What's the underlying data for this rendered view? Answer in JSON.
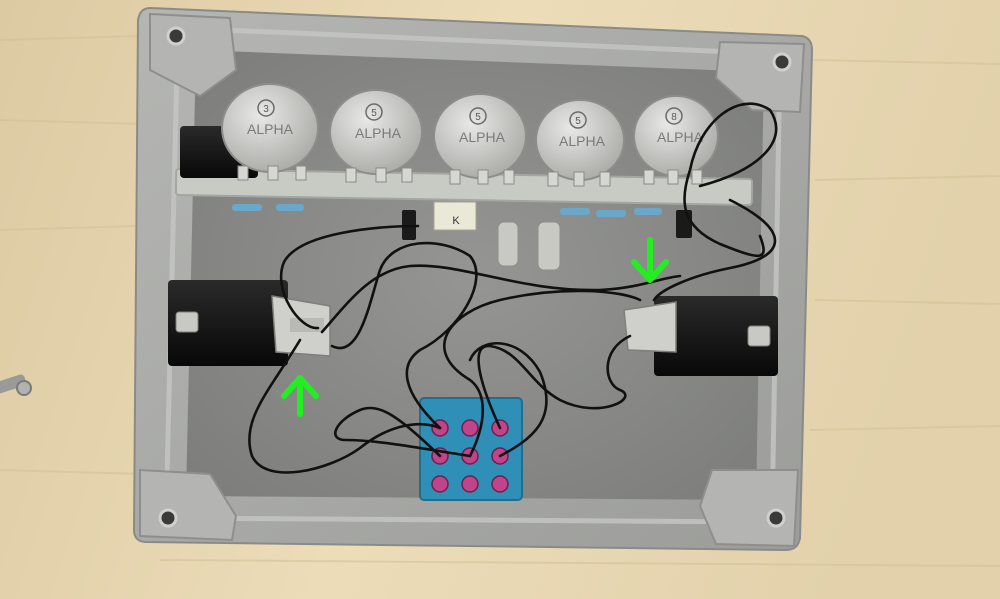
{
  "scene": {
    "subject": "guitar-effects-pedal-enclosure-wiring",
    "pot_markings": [
      {
        "number": "3",
        "brand": "ALPHA"
      },
      {
        "number": "5",
        "brand": "ALPHA"
      },
      {
        "number": "5",
        "brand": "ALPHA"
      },
      {
        "number": "5",
        "brand": "ALPHA"
      },
      {
        "number": "8",
        "brand": "ALPHA"
      }
    ],
    "capacitor_marking": "K",
    "annotations": [
      {
        "type": "arrow",
        "direction": "up",
        "color": "#22ee22"
      },
      {
        "type": "arrow",
        "direction": "down",
        "color": "#22ee22"
      }
    ],
    "colors": {
      "table": "#e8d8b4",
      "enclosure": "#a8a8a6",
      "floor": "#8e8f8d",
      "pcb": "#c4c6c0",
      "switch_board": "#2f8fb6",
      "lug": "#c0448a",
      "wire": "#111111"
    }
  }
}
